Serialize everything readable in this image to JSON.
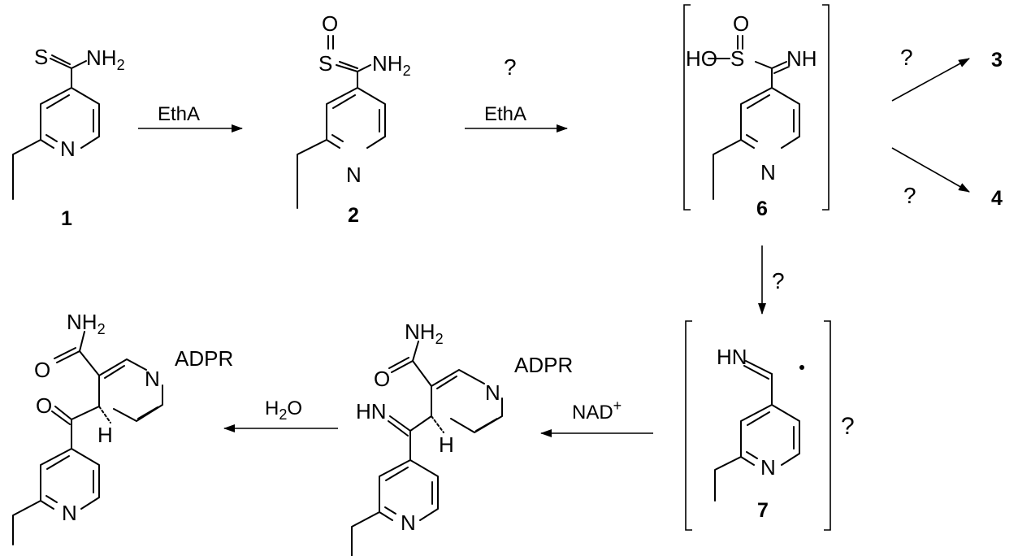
{
  "compounds": {
    "c1": "1",
    "c2": "2",
    "c6": "6",
    "c7": "7",
    "c3": "3",
    "c4": "4"
  },
  "reagents": {
    "etha_1": "EthA",
    "etha_2": "EthA",
    "water_h": "H",
    "water_sub": "2",
    "water_o": "O",
    "nad": "NAD",
    "nad_sup": "+"
  },
  "unknowns": {
    "q_step2": "?",
    "q_to3": "?",
    "q_to4": "?",
    "q_to7": "?",
    "q_radical": "?"
  },
  "atoms": {
    "S": "S",
    "O": "O",
    "N": "N",
    "H": "H",
    "NH": "NH",
    "HO": "HO",
    "HN": "HN",
    "NH_main": "NH",
    "sub2": "2",
    "ADPR": "ADPR"
  }
}
